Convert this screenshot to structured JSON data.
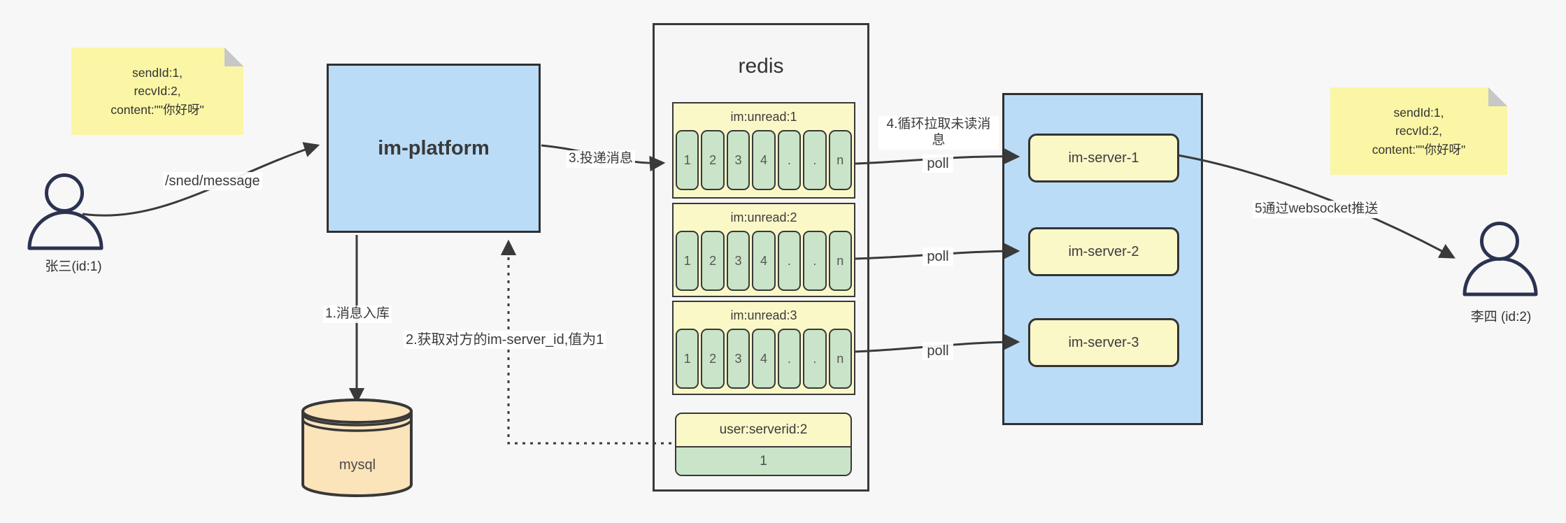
{
  "diagram": {
    "notes": {
      "sender": {
        "lines": [
          "sendId:1,",
          "recvId:2,",
          "content:\"\"你好呀\""
        ]
      },
      "receiver": {
        "lines": [
          "sendId:1,",
          "recvId:2,",
          "content:\"\"你好呀\""
        ]
      }
    },
    "actors": {
      "sender": "张三(id:1)",
      "receiver": "李四 (id:2)"
    },
    "platform": "im-platform",
    "database": "mysql",
    "redis": {
      "title": "redis",
      "queues": [
        {
          "name": "im:unread:1",
          "cells": [
            "1",
            "2",
            "3",
            "4",
            ".",
            ".",
            "n"
          ]
        },
        {
          "name": "im:unread:2",
          "cells": [
            "1",
            "2",
            "3",
            "4",
            ".",
            ".",
            "n"
          ]
        },
        {
          "name": "im:unread:3",
          "cells": [
            "1",
            "2",
            "3",
            "4",
            ".",
            ".",
            "n"
          ]
        }
      ],
      "mapping": {
        "key": "user:serverid:2",
        "value": "1"
      }
    },
    "servers": [
      "im-server-1",
      "im-server-2",
      "im-server-3"
    ],
    "labels": {
      "send": "/sned/message",
      "store": "1.消息入库",
      "lookup": "2.获取对方的im-server_id,值为1",
      "deliver": "3.投递消息",
      "pull": "4.循环拉取未读消息",
      "poll": "poll",
      "push": "5通过websocket推送"
    }
  },
  "colors": {
    "bg": "#f7f7f7",
    "blue": "#badcf7",
    "note-yellow": "#faf6a5",
    "box-yellow": "#fbf8c8",
    "green": "#c9e4c8",
    "mysql-orange": "#fbe3ba",
    "stroke": "#383838",
    "person-stroke": "#2b3350"
  }
}
